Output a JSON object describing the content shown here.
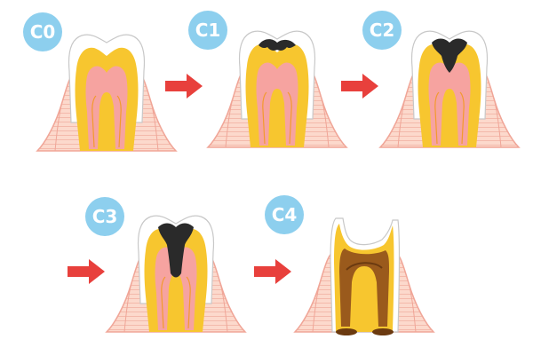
{
  "stages": [
    {
      "label": "C0"
    },
    {
      "label": "C1"
    },
    {
      "label": "C2"
    },
    {
      "label": "C3"
    },
    {
      "label": "C4"
    }
  ],
  "colors": {
    "badge": "#8dcfee",
    "arrow": "#e8403c",
    "enamel": "#ffffff",
    "enamel_outline": "#c8c8c8",
    "dentin": "#f7c62f",
    "pulp": "#f6a3a0",
    "gum": "#fcd9cc",
    "gum_stripes": "#f3b9ab",
    "gum_outline": "#f0a597",
    "caries": "#2a2a2a",
    "decay_brown": "#9a5a1c",
    "decay_dark": "#6b3a10"
  }
}
